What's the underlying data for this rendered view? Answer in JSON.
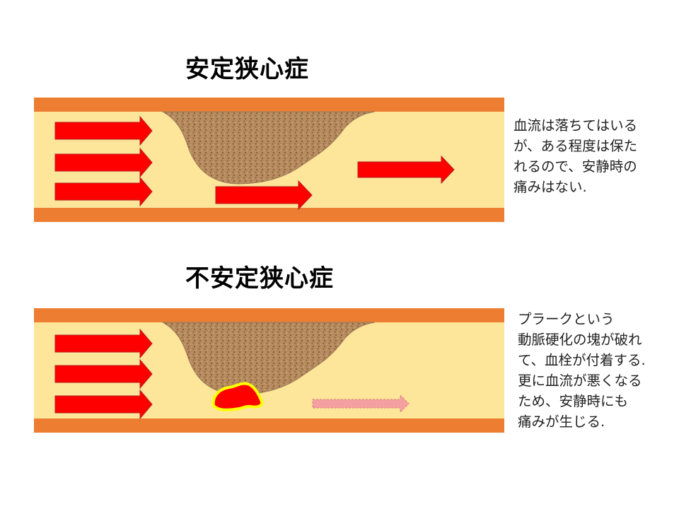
{
  "panels": [
    {
      "title": "安定狭心症",
      "note_lines": [
        "血流は落ちてはいる",
        "が、ある程度は保た",
        "れるので、安静時の",
        "痛みはない."
      ]
    },
    {
      "title": "不安定狭心症",
      "note_lines": [
        "プラークという",
        "動脈硬化の塊が破れ",
        "て、血栓が付着する.",
        "更に血流が悪くなる",
        "ため、安静時にも",
        "痛みが生じる."
      ]
    }
  ],
  "colors": {
    "vessel_wall": "#ed7d31",
    "blood_lumen": "#fde59a",
    "plaque": "#b58a5e",
    "flow_arrow": "#ff0000",
    "weak_flow_arrow": "#f4a0a0",
    "thrombus": "#ff0000",
    "thrombus_outline": "#ffff00"
  }
}
